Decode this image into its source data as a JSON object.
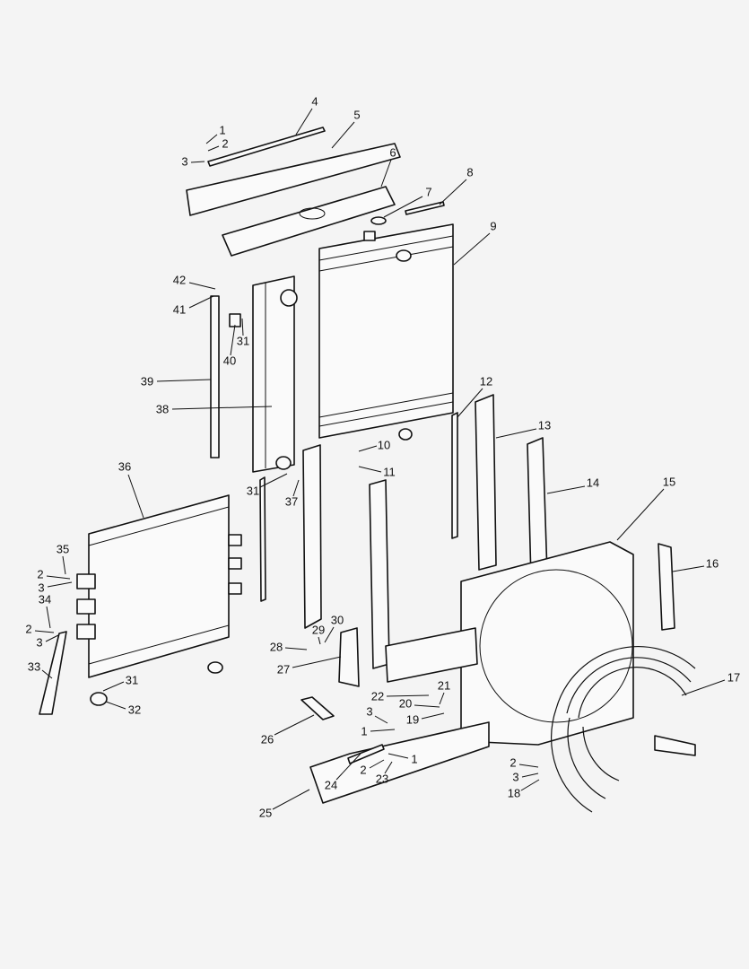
{
  "diagram": {
    "title": "Radiator and cooling assembly exploded parts diagram",
    "callouts": [
      "1",
      "2",
      "3",
      "4",
      "5",
      "6",
      "7",
      "8",
      "9",
      "10",
      "11",
      "12",
      "13",
      "14",
      "15",
      "16",
      "17",
      "18",
      "2",
      "3",
      "19",
      "20",
      "21",
      "22",
      "23",
      "24",
      "25",
      "26",
      "27",
      "28",
      "29",
      "30",
      "31",
      "40",
      "39",
      "38",
      "42",
      "41",
      "36",
      "35",
      "2",
      "3",
      "34",
      "2",
      "3",
      "33",
      "31",
      "32",
      "31",
      "37",
      "3",
      "1",
      "1",
      "2"
    ]
  }
}
